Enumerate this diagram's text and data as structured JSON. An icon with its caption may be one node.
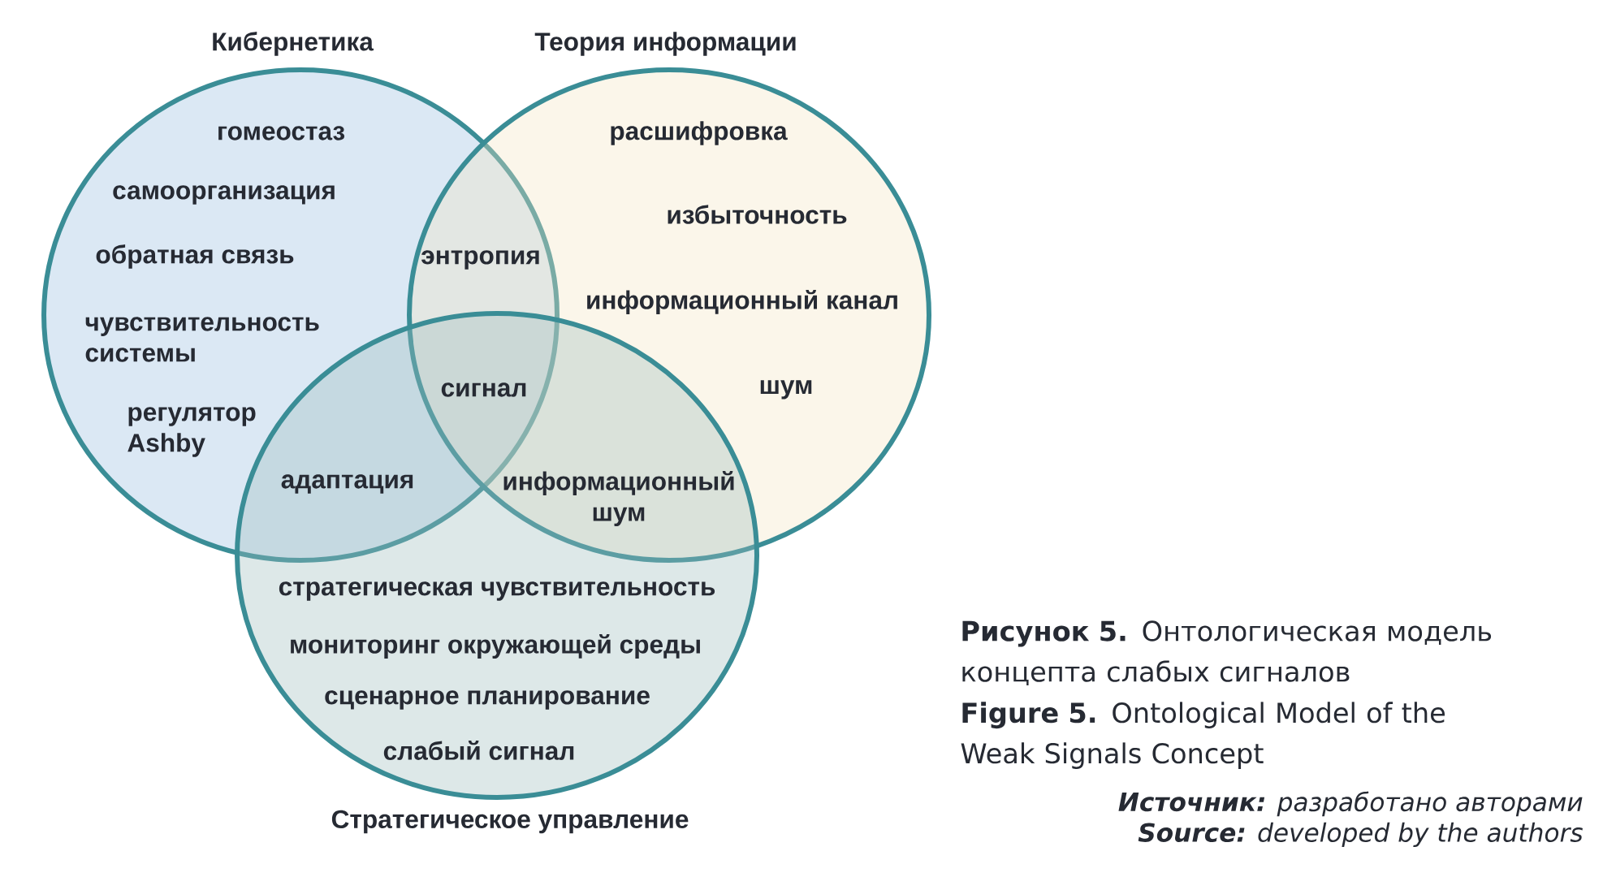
{
  "diagram": {
    "caption": "**Рисунок 5.** Онтологическая модель концепта слабых сигналов",
    "nodes": [
      {
        "text": [
          "Кибернетика",
          "гомеостаз",
          "самоорганизация",
          "обратная связь",
          "чувствительность системы",
          "регулятор Ashby"
        ]
      },
      {
        "text": [
          "Теория информации",
          "расшифровка",
          "избыточность",
          "информационный канал",
          "шум"
        ]
      },
      {
        "text": [
          "стратегическая чувствительность",
          "мониторинг окружающей среды",
          "сценарное планирование",
          "слабый сигнал",
          "Стратегическое управление"
        ]
      }
    ],
    "labels": [
      "энтропия",
      "сигнал",
      "адаптация",
      "информационный шум",
      "**Figure 5.** Ontological Model of the Weak Signals Concept",
      "**Источник:** разработано авторами",
      "**Source:** developed by the authors"
    ]
  }
}
